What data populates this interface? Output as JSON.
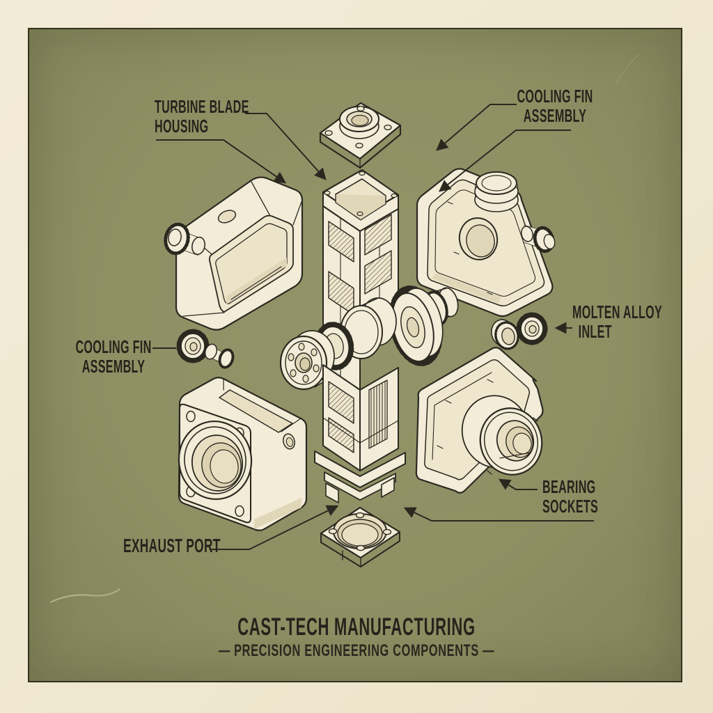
{
  "poster": {
    "panel": {
      "paper_color": "#f0e9d2",
      "background": "#8f8f64",
      "border_color": "#33311f"
    },
    "ink_color": "#2b2820",
    "part_fill_color": "#f2ecd8",
    "labels": {
      "turbine_blade_housing": {
        "line1": "TURBINE BLADE",
        "line2": "HOUSING"
      },
      "cooling_fin_top": {
        "line1": "COOLING FIN",
        "line2": "ASSEMBLY"
      },
      "cooling_fin_left": {
        "line1": "COOLING FIN",
        "line2": "ASSEMBLY"
      },
      "molten_alloy_inlet": {
        "line1": "MOLTEN ALLOY",
        "line2": "INLET"
      },
      "bearing_sockets": {
        "line1": "BEARING",
        "line2": "SOCKETS"
      },
      "exhaust_port": {
        "line1": "EXHAUST PORT"
      }
    },
    "footer": {
      "title": "CAST-TECH MANUFACTURING",
      "subtitle": "— PRECISION ENGINEERING COMPONENTS —"
    },
    "diagram_parts": [
      "top-mounting-flange",
      "turbine-blade-housing",
      "cooling-fin-housing",
      "cooling-fin-gear-set",
      "molten-alloy-inlet-fittings",
      "turbine-core-assembly",
      "exhaust-gearbox-housing",
      "bearing-socket-plate",
      "exhaust-port-flange"
    ]
  }
}
